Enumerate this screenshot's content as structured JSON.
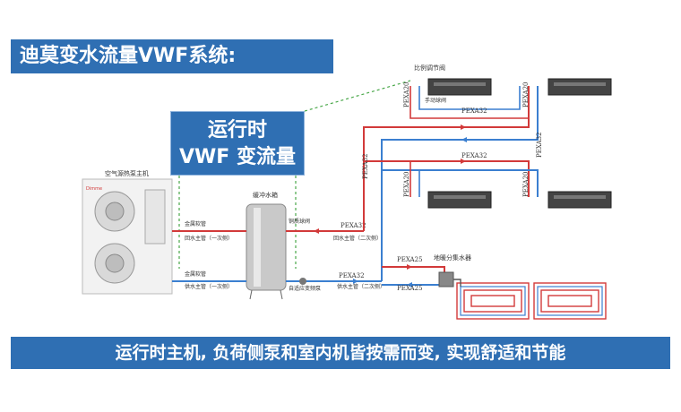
{
  "title": "迪莫变水流量VWF系统:",
  "callout": {
    "line1": "运行时",
    "line2": "VWF 变流量"
  },
  "footer": "运行时主机, 负荷侧泵和室内机皆按需而变, 实现舒适和节能",
  "labels": {
    "heat_pump": "空气源热泵主机",
    "brand": "Dimme",
    "buffer_tank": "缓冲水箱",
    "prop_valve": "比例调节阀",
    "manual_valve": "手动球阀",
    "metal_hose_top": "金属软管",
    "return_main_1": "回水主管（一次侧）",
    "metal_hose_bot": "金属软管",
    "supply_main_1": "供水主管（一次侧）",
    "return_main_2": "回水主管（二次侧）",
    "supply_main_2": "供水主管（二次侧）",
    "auto_bypass": "自适应变频泵",
    "ball_valve": "铜质球阀",
    "floor_manifold": "地暖分集水器",
    "pexa32_a": "PEXA32",
    "pexa32_b": "PEXA32",
    "pexa32_c": "PEXA32",
    "pexa32_d": "PEXA32",
    "pexa32_e": "PEXA32",
    "pexa32_v": "PEXA32",
    "pexa20_a": "PEXA20",
    "pexa20_b": "PEXA20",
    "pexa20_c": "PEXA20",
    "pexa20_d": "PEXA20",
    "pexa25_a": "PEXA25",
    "pexa25_b": "PEXA25"
  },
  "colors": {
    "banner": "#2f6fb3",
    "supply": "#3b7fd0",
    "return": "#d23a3a",
    "dashed": "#4aa84a"
  }
}
